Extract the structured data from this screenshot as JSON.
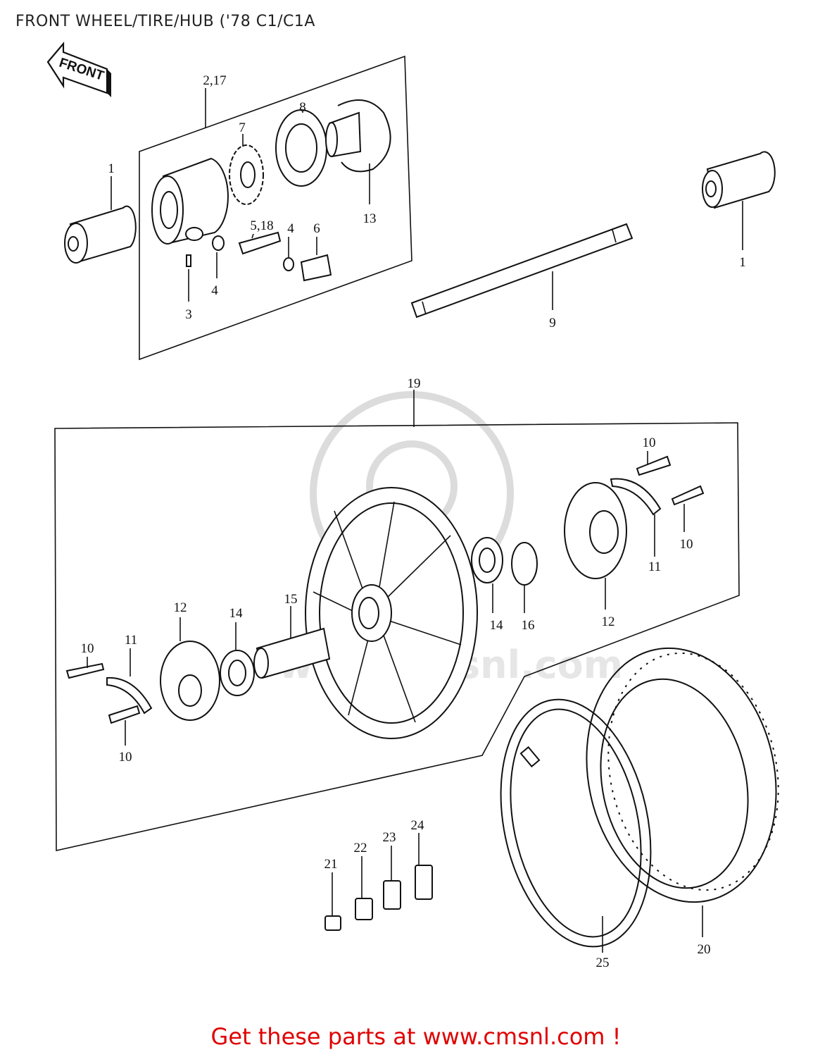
{
  "title": "FRONT WHEEL/TIRE/HUB ('78 C1/C1A",
  "front_sign": "FRONT",
  "watermark": "www.cmsnl.com",
  "cta": "Get these parts at www.cmsnl.com !",
  "labels": {
    "l1a": "1",
    "l1b": "1",
    "l2_17": "2,17",
    "l3": "3",
    "l4a": "4",
    "l4b": "4",
    "l5_18": "5,18",
    "l6": "6",
    "l7": "7",
    "l8": "8",
    "l9": "9",
    "l10a": "10",
    "l10b": "10",
    "l10c": "10",
    "l10d": "10",
    "l11a": "11",
    "l11b": "11",
    "l12a": "12",
    "l12b": "12",
    "l13": "13",
    "l14a": "14",
    "l14b": "14",
    "l15": "15",
    "l16": "16",
    "l19": "19",
    "l20": "20",
    "l21": "21",
    "l22": "22",
    "l23": "23",
    "l24": "24",
    "l25": "25"
  }
}
